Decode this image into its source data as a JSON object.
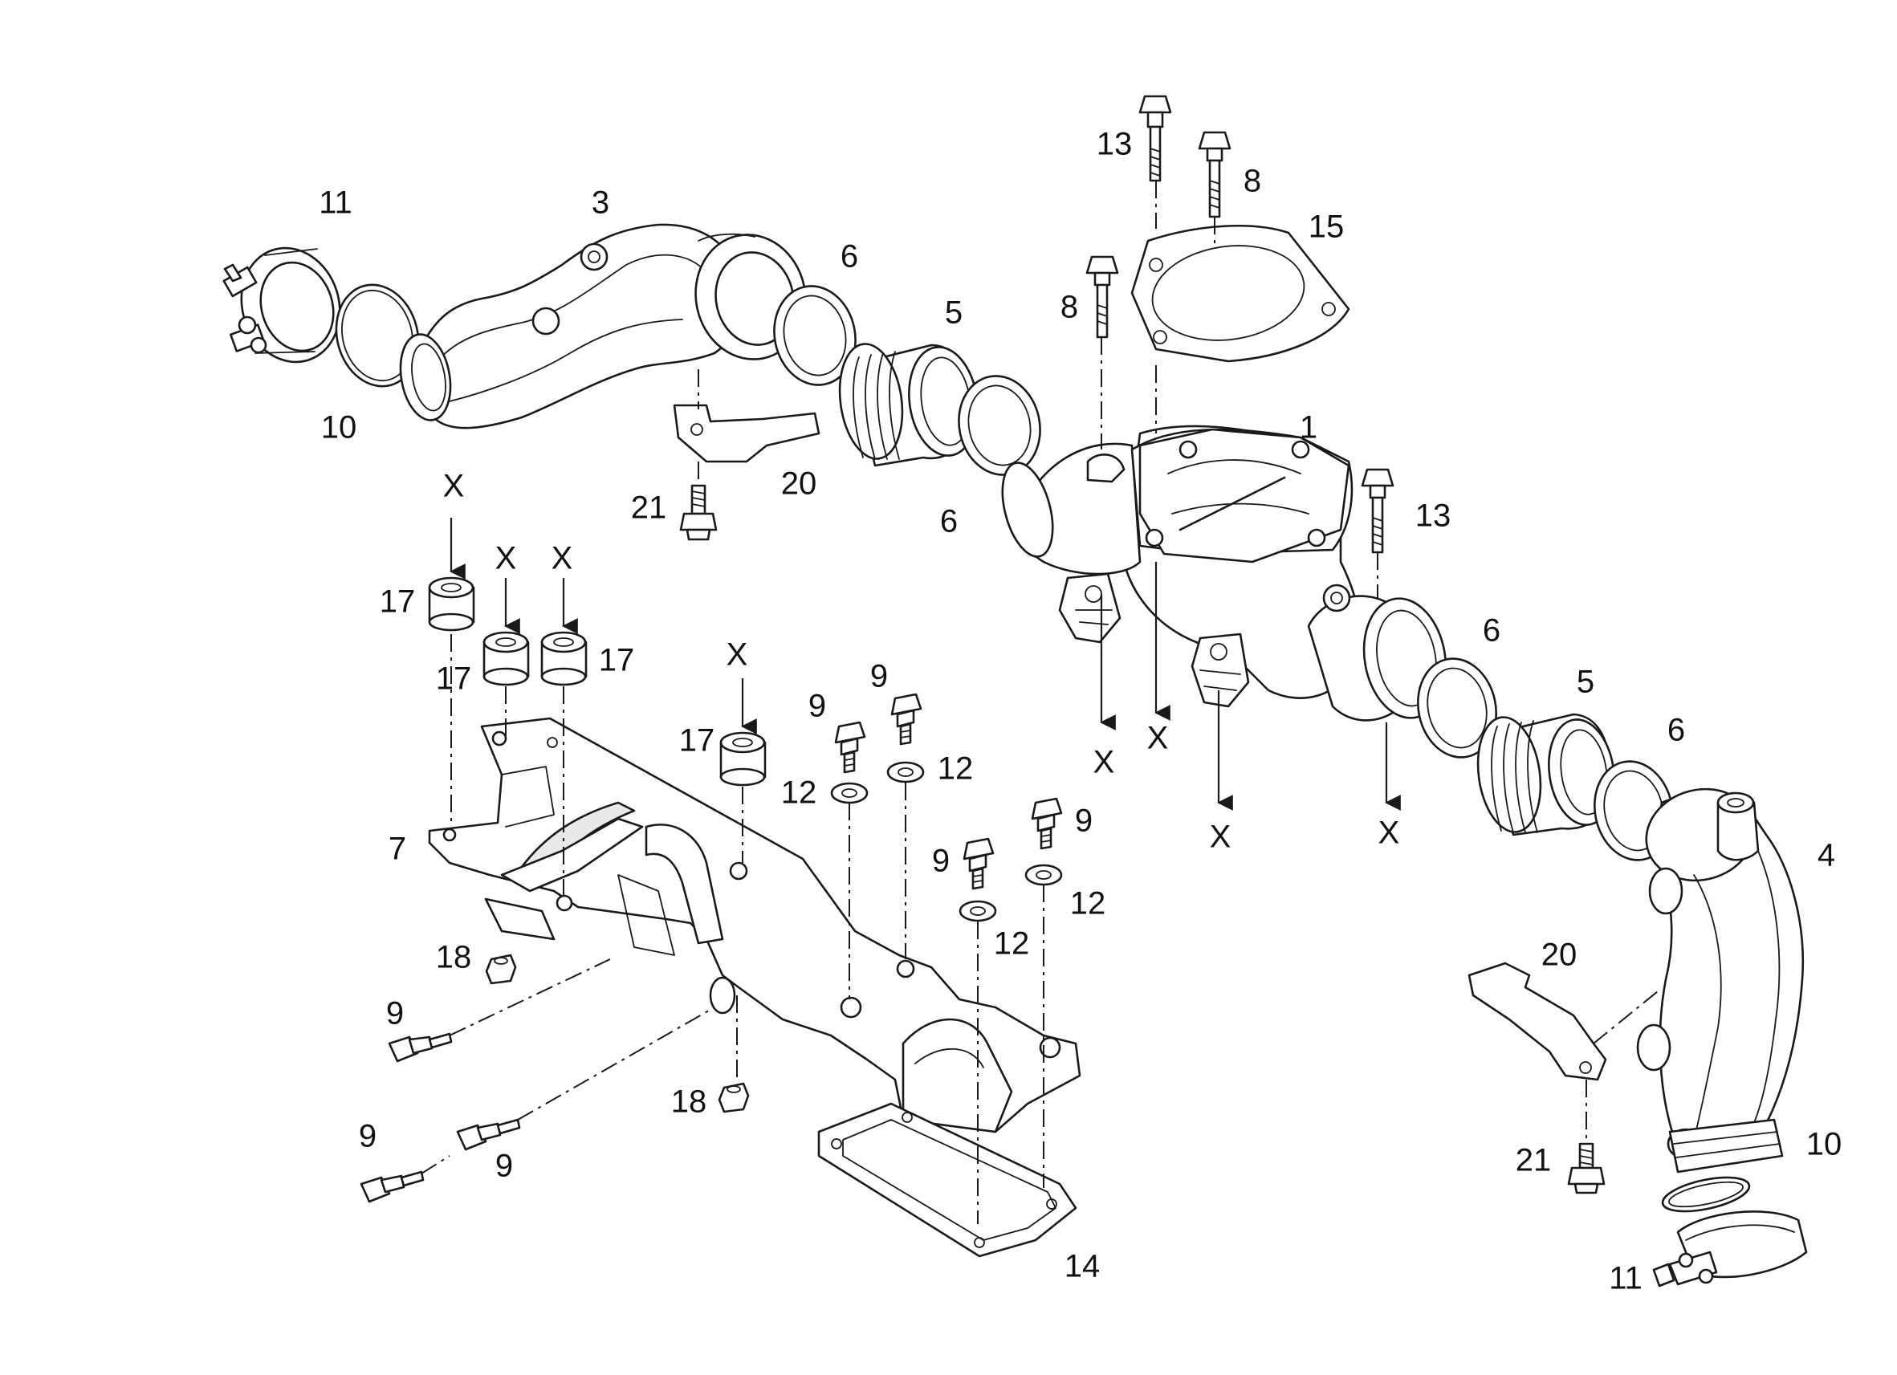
{
  "callouts": [
    {
      "id": "c11a",
      "text": "11"
    },
    {
      "id": "c3",
      "text": "3"
    },
    {
      "id": "c6a",
      "text": "6"
    },
    {
      "id": "c5a",
      "text": "5"
    },
    {
      "id": "c10a",
      "text": "10"
    },
    {
      "id": "c20a",
      "text": "20"
    },
    {
      "id": "c21a",
      "text": "21"
    },
    {
      "id": "c6b",
      "text": "6"
    },
    {
      "id": "c13a",
      "text": "13"
    },
    {
      "id": "c8a",
      "text": "8"
    },
    {
      "id": "c15",
      "text": "15"
    },
    {
      "id": "c8b",
      "text": "8"
    },
    {
      "id": "c1",
      "text": "1"
    },
    {
      "id": "c13b",
      "text": "13"
    },
    {
      "id": "c6c",
      "text": "6"
    },
    {
      "id": "c5b",
      "text": "5"
    },
    {
      "id": "c6d",
      "text": "6"
    },
    {
      "id": "c4",
      "text": "4"
    },
    {
      "id": "c20b",
      "text": "20"
    },
    {
      "id": "c10b",
      "text": "10"
    },
    {
      "id": "c21b",
      "text": "21"
    },
    {
      "id": "c11b",
      "text": "11"
    },
    {
      "id": "cX1",
      "text": "X"
    },
    {
      "id": "c17a",
      "text": "17"
    },
    {
      "id": "cX2",
      "text": "X"
    },
    {
      "id": "cX3",
      "text": "X"
    },
    {
      "id": "c17b",
      "text": "17"
    },
    {
      "id": "c17c",
      "text": "17"
    },
    {
      "id": "cX4",
      "text": "X"
    },
    {
      "id": "c17d",
      "text": "17"
    },
    {
      "id": "c9a",
      "text": "9"
    },
    {
      "id": "c9b",
      "text": "9"
    },
    {
      "id": "c12a",
      "text": "12"
    },
    {
      "id": "c12b",
      "text": "12"
    },
    {
      "id": "c7",
      "text": "7"
    },
    {
      "id": "c9c",
      "text": "9"
    },
    {
      "id": "c9d",
      "text": "9"
    },
    {
      "id": "c12c",
      "text": "12"
    },
    {
      "id": "c12d",
      "text": "12"
    },
    {
      "id": "c18a",
      "text": "18"
    },
    {
      "id": "c9e",
      "text": "9"
    },
    {
      "id": "c18b",
      "text": "18"
    },
    {
      "id": "c9f",
      "text": "9"
    },
    {
      "id": "c9g",
      "text": "9"
    },
    {
      "id": "c14",
      "text": "14"
    },
    {
      "id": "cX5",
      "text": "X"
    },
    {
      "id": "cX6",
      "text": "X"
    },
    {
      "id": "cX7",
      "text": "X"
    },
    {
      "id": "cX8",
      "text": "X"
    }
  ]
}
